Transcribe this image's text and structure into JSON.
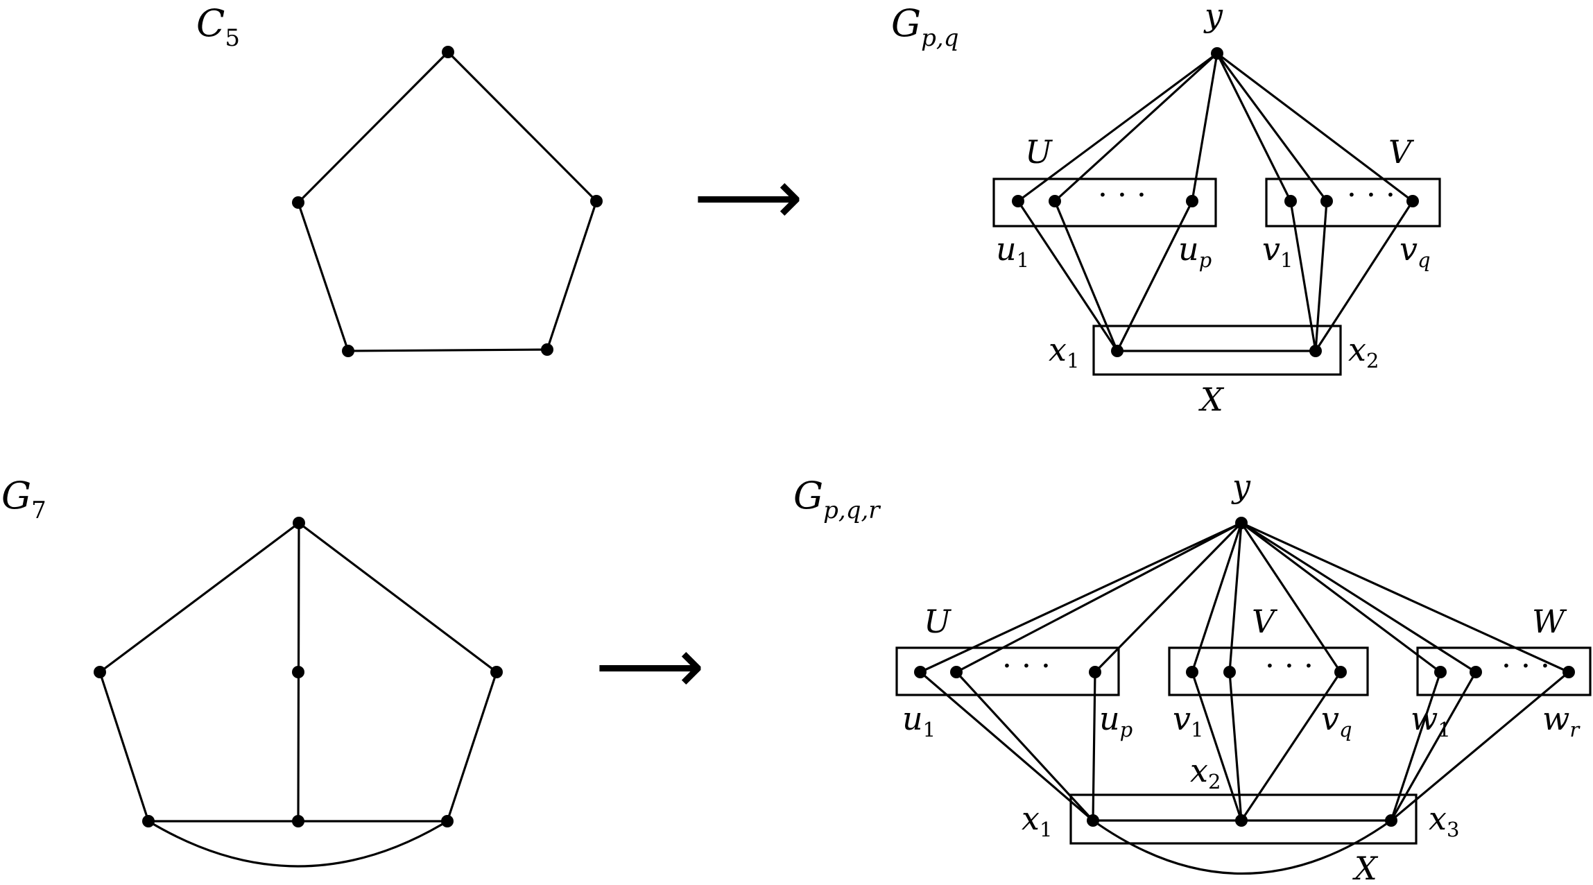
{
  "panels": {
    "c5": {
      "title": "C",
      "title_sub": "5"
    },
    "g7": {
      "title": "G",
      "title_sub": "7"
    },
    "gpq": {
      "title": "G",
      "title_sub": "p,q",
      "y": "y",
      "U": "U",
      "V": "V",
      "X": "X",
      "u1": "u",
      "u1_sub": "1",
      "up": "u",
      "up_sub": "p",
      "v1": "v",
      "v1_sub": "1",
      "vq": "v",
      "vq_sub": "q",
      "x1": "x",
      "x1_sub": "1",
      "x2": "x",
      "x2_sub": "2",
      "ellipsis_u": "· · ·",
      "ellipsis_v": "· · ·"
    },
    "gpqr": {
      "title": "G",
      "title_sub": "p,q,r",
      "y": "y",
      "U": "U",
      "V": "V",
      "W": "W",
      "X": "X",
      "u1": "u",
      "u1_sub": "1",
      "up": "u",
      "up_sub": "p",
      "v1": "v",
      "v1_sub": "1",
      "vq": "v",
      "vq_sub": "q",
      "w1": "w",
      "w1_sub": "1",
      "wr": "w",
      "wr_sub": "r",
      "x1": "x",
      "x1_sub": "1",
      "x2": "x",
      "x2_sub": "2",
      "x3": "x",
      "x3_sub": "3",
      "ellipsis_u": "· · ·",
      "ellipsis_v": "· · ·",
      "ellipsis_w": "· · ·"
    }
  },
  "arrows": {
    "top": "⟶",
    "bottom": "⟶"
  }
}
